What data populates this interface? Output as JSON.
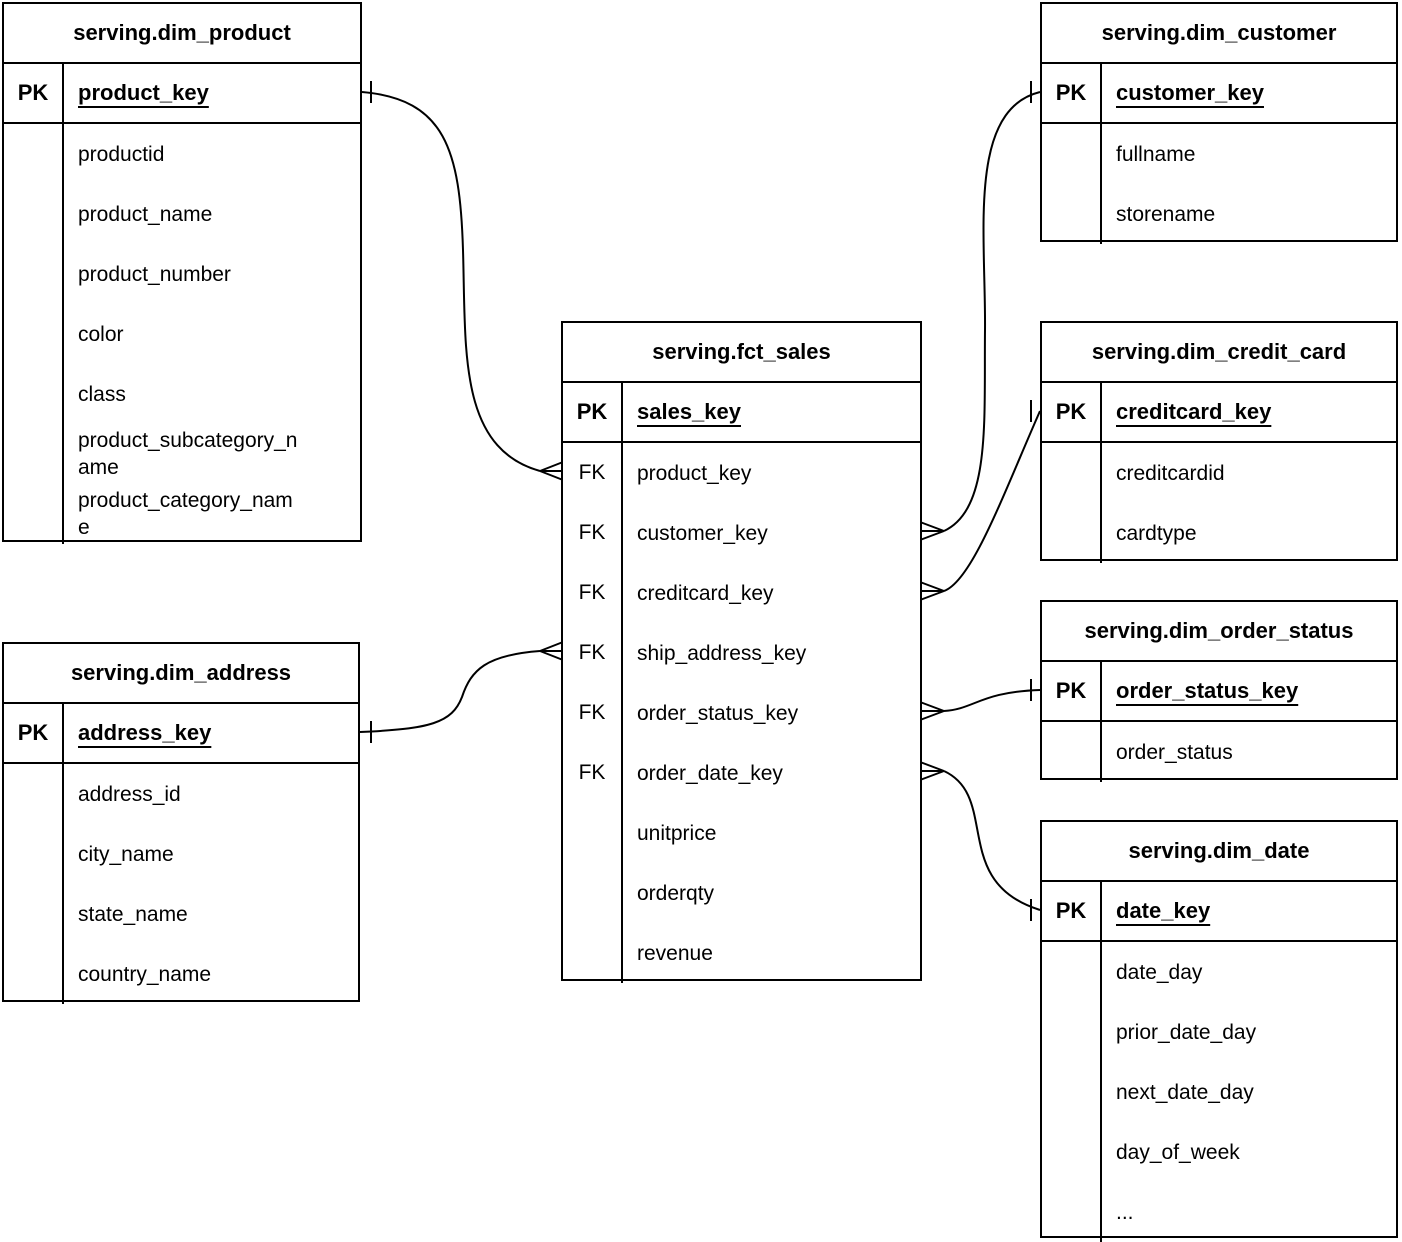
{
  "diagram_title": "er-diagram",
  "tables": {
    "dim_product": {
      "title": "serving.dim_product",
      "key_tag": "PK",
      "key_field": "product_key",
      "rows": [
        {
          "tag": "",
          "field": "productid"
        },
        {
          "tag": "",
          "field": "product_name"
        },
        {
          "tag": "",
          "field": "product_number"
        },
        {
          "tag": "",
          "field": "color"
        },
        {
          "tag": "",
          "field": "class"
        },
        {
          "tag": "",
          "field": "product_subcategory_name"
        },
        {
          "tag": "",
          "field": "product_category_name"
        }
      ]
    },
    "dim_customer": {
      "title": "serving.dim_customer",
      "key_tag": "PK",
      "key_field": "customer_key",
      "rows": [
        {
          "tag": "",
          "field": "fullname"
        },
        {
          "tag": "",
          "field": "storename"
        }
      ]
    },
    "fct_sales": {
      "title": "serving.fct_sales",
      "key_tag": "PK",
      "key_field": "sales_key",
      "rows": [
        {
          "tag": "FK",
          "field": "product_key"
        },
        {
          "tag": "FK",
          "field": "customer_key"
        },
        {
          "tag": "FK",
          "field": "creditcard_key"
        },
        {
          "tag": "FK",
          "field": "ship_address_key"
        },
        {
          "tag": "FK",
          "field": "order_status_key"
        },
        {
          "tag": "FK",
          "field": "order_date_key"
        },
        {
          "tag": "",
          "field": "unitprice"
        },
        {
          "tag": "",
          "field": "orderqty"
        },
        {
          "tag": "",
          "field": "revenue"
        }
      ]
    },
    "dim_credit_card": {
      "title": "serving.dim_credit_card",
      "key_tag": "PK",
      "key_field": "creditcard_key",
      "rows": [
        {
          "tag": "",
          "field": "creditcardid"
        },
        {
          "tag": "",
          "field": "cardtype"
        }
      ]
    },
    "dim_order_status": {
      "title": "serving.dim_order_status",
      "key_tag": "PK",
      "key_field": "order_status_key",
      "rows": [
        {
          "tag": "",
          "field": "order_status"
        }
      ]
    },
    "dim_address": {
      "title": "serving.dim_address",
      "key_tag": "PK",
      "key_field": "address_key",
      "rows": [
        {
          "tag": "",
          "field": "address_id"
        },
        {
          "tag": "",
          "field": "city_name"
        },
        {
          "tag": "",
          "field": "state_name"
        },
        {
          "tag": "",
          "field": "country_name"
        }
      ]
    },
    "dim_date": {
      "title": "serving.dim_date",
      "key_tag": "PK",
      "key_field": "date_key",
      "rows": [
        {
          "tag": "",
          "field": "date_day"
        },
        {
          "tag": "",
          "field": "prior_date_day"
        },
        {
          "tag": "",
          "field": "next_date_day"
        },
        {
          "tag": "",
          "field": "day_of_week"
        },
        {
          "tag": "",
          "field": "..."
        }
      ]
    }
  },
  "relationships": [
    {
      "fact": "serving.fct_sales",
      "fact_field": "product_key",
      "fact_end": "many",
      "dimension": "serving.dim_product",
      "dimension_field": "product_key",
      "dimension_end": "one"
    },
    {
      "fact": "serving.fct_sales",
      "fact_field": "customer_key",
      "fact_end": "many",
      "dimension": "serving.dim_customer",
      "dimension_field": "customer_key",
      "dimension_end": "one"
    },
    {
      "fact": "serving.fct_sales",
      "fact_field": "creditcard_key",
      "fact_end": "many",
      "dimension": "serving.dim_credit_card",
      "dimension_field": "creditcard_key",
      "dimension_end": "one"
    },
    {
      "fact": "serving.fct_sales",
      "fact_field": "ship_address_key",
      "fact_end": "many",
      "dimension": "serving.dim_address",
      "dimension_field": "address_key",
      "dimension_end": "one"
    },
    {
      "fact": "serving.fct_sales",
      "fact_field": "order_status_key",
      "fact_end": "many",
      "dimension": "serving.dim_order_status",
      "dimension_field": "order_status_key",
      "dimension_end": "one"
    },
    {
      "fact": "serving.fct_sales",
      "fact_field": "order_date_key",
      "fact_end": "many",
      "dimension": "serving.dim_date",
      "dimension_field": "date_key",
      "dimension_end": "one"
    }
  ],
  "colors": {
    "line": "#000000",
    "text": "#000000",
    "background": "#ffffff"
  }
}
